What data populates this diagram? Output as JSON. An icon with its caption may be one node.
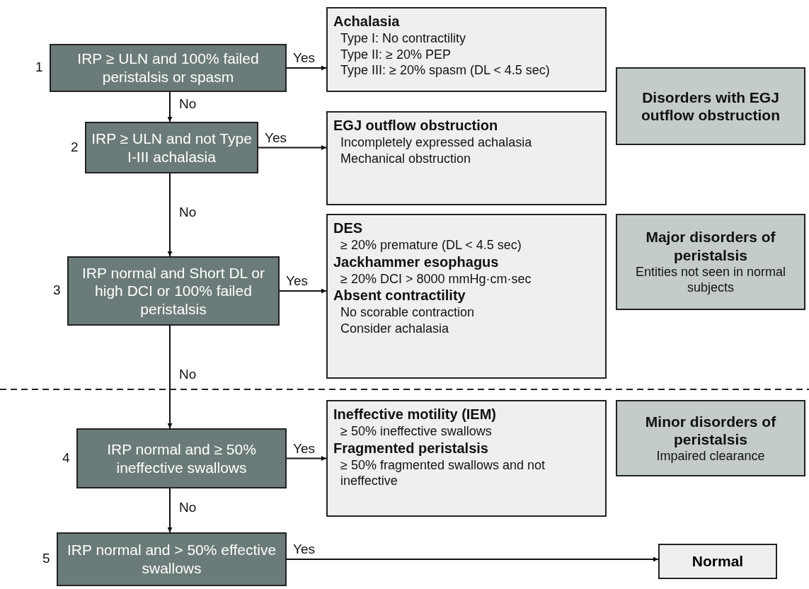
{
  "diagram": {
    "nodes": [
      {
        "text": [
          "IRP ≥ ULN and 100% failed peristalsis or spasm"
        ],
        "beside": [
          "1"
        ]
      },
      {
        "text": [
          "Achalasia",
          "Type I: No contractility",
          "Type II: ≥ 20% PEP",
          "Type III: ≥ 20% spasm (DL < 4.5 sec)"
        ]
      },
      {
        "text": [
          "IRP ≥ ULN and not Type I-III achalasia"
        ],
        "beside": [
          "2"
        ]
      },
      {
        "text": [
          "EGJ outflow obstruction",
          "Incompletely expressed achalasia",
          "Mechanical obstruction"
        ]
      },
      {
        "text": [
          "IRP normal and Short DL or high DCI or 100% failed peristalsis"
        ],
        "beside": [
          "3"
        ]
      },
      {
        "text": [
          "DES",
          "≥ 20% premature (DL < 4.5 sec)",
          "Jackhammer esophagus",
          "≥ 20% DCI > 8000 mmHg·cm·sec",
          "Absent contractility",
          "No scorable contraction",
          "Consider achalasia"
        ]
      },
      {
        "text": [
          "IRP normal and ≥ 50% ineffective swallows"
        ],
        "beside": [
          "4"
        ]
      },
      {
        "text": [
          "Ineffective motility (IEM)",
          "≥ 50% ineffective swallows",
          "Fragmented peristalsis",
          "≥ 50% fragmented swallows and not ineffective"
        ]
      },
      {
        "text": [
          "IRP normal and > 50% effective swallows"
        ],
        "beside": [
          "5"
        ]
      },
      {
        "text": [
          "Normal"
        ]
      },
      {
        "text": [
          "Disorders with EGJ outflow obstruction"
        ]
      },
      {
        "text": [
          "Major disorders of peristalsis",
          "Entities not seen in normal subjects"
        ]
      },
      {
        "text": [
          "Minor disorders of peristalsis",
          "Impaired clearance"
        ]
      }
    ],
    "edges": [
      {
        "from": 0,
        "to": 1,
        "arrow": "to",
        "label": "Yes"
      },
      {
        "from": 0,
        "to": 2,
        "arrow": "to",
        "label": "No"
      },
      {
        "from": 2,
        "to": 3,
        "arrow": "to",
        "label": "Yes"
      },
      {
        "from": 2,
        "to": 4,
        "arrow": "to",
        "label": "No"
      },
      {
        "from": 4,
        "to": 5,
        "arrow": "to",
        "label": "Yes"
      },
      {
        "from": 4,
        "to": 6,
        "arrow": "to",
        "label": "No"
      },
      {
        "from": 6,
        "to": 7,
        "arrow": "to",
        "label": "Yes"
      },
      {
        "from": 6,
        "to": 8,
        "arrow": "to",
        "label": "No"
      },
      {
        "from": 8,
        "to": 9,
        "arrow": "to",
        "label": "Yes"
      }
    ]
  }
}
